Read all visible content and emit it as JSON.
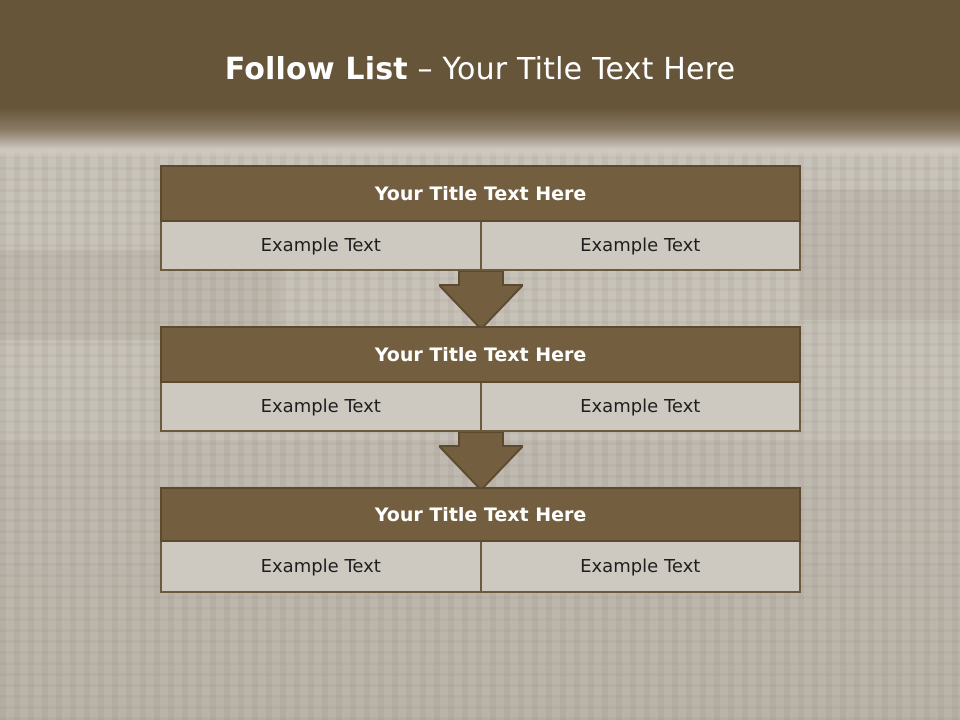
{
  "slide": {
    "title_bold": "Follow List",
    "title_rest": " – Your Title Text Here"
  },
  "steps": [
    {
      "title": "Your Title Text Here",
      "left": "Example Text",
      "right": "Example Text"
    },
    {
      "title": "Your Title Text Here",
      "left": "Example Text",
      "right": "Example Text"
    },
    {
      "title": "Your Title Text Here",
      "left": "Example Text",
      "right": "Example Text"
    }
  ],
  "colors": {
    "header_band": "#665539",
    "box_header": "#735f3f",
    "box_cell": "#cdc8c0",
    "arrow": "#735f3f"
  }
}
